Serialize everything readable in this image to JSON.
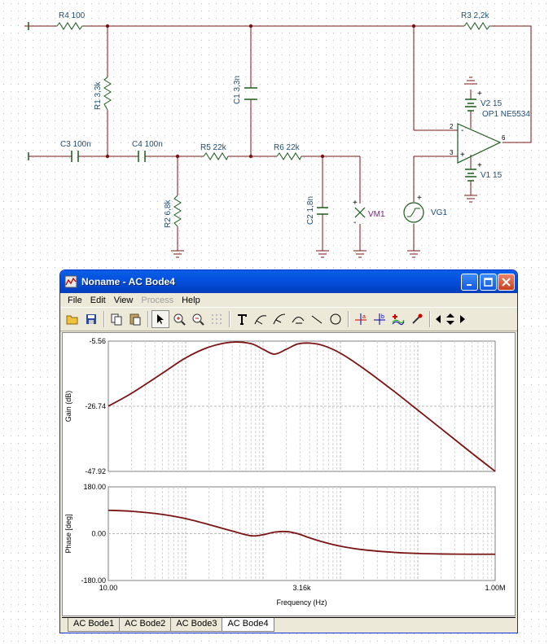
{
  "schematic": {
    "components": {
      "r4": "R4 100",
      "r3": "R3 2,2k",
      "r1": "R1 3,3k",
      "c1": "C1 3,3n",
      "c3": "C3 100n",
      "c4": "C4 100n",
      "r5": "R5 22k",
      "r6": "R6 22k",
      "r2": "R2 6,8k",
      "c2": "C2 1,8n",
      "vm1": "VM1",
      "vg1": "VG1",
      "v2": "V2 15",
      "op1": "OP1 NE5534",
      "v1": "V1 15"
    },
    "pins": {
      "in_minus": "2",
      "in_plus": "3",
      "out": "6"
    },
    "signs": {
      "plus": "+",
      "minus": "-"
    }
  },
  "window": {
    "title": "Noname - AC Bode4",
    "menu": [
      "File",
      "Edit",
      "View",
      "Process",
      "Help"
    ],
    "menu_disabled": [
      "Process"
    ],
    "toolbar_icons": [
      "open-icon",
      "save-icon",
      "copy-icon",
      "paste-icon",
      "pointer-icon",
      "zoom-in-icon",
      "zoom-out-icon",
      "grid-icon",
      "text-icon",
      "curve1-icon",
      "curve2-icon",
      "curve3-icon",
      "line-icon",
      "circle-icon",
      "cursor-a-icon",
      "cursor-b-icon",
      "add-curve-icon",
      "probe-icon",
      "nav-left-icon",
      "nav-updown-icon",
      "nav-right-icon"
    ],
    "tabs": [
      "AC Bode1",
      "AC Bode2",
      "AC Bode3",
      "AC Bode4"
    ],
    "active_tab": "AC Bode4"
  },
  "chart_data": [
    {
      "type": "line",
      "ylabel": "Gain (dB)",
      "xlabel": "",
      "xscale": "log",
      "xlim": [
        10,
        1000000
      ],
      "ylim": [
        -47.92,
        -5.56
      ],
      "y_ticks": [
        "-5.56",
        "-26.74",
        "-47.92"
      ],
      "grid": true,
      "color": "#7b1414",
      "x": [
        10,
        20,
        50,
        100,
        200,
        400,
        700,
        1000,
        1400,
        2000,
        2800,
        4000,
        6000,
        10000,
        20000,
        50000,
        100000,
        200000,
        500000,
        1000000
      ],
      "y": [
        -26.7,
        -22.5,
        -16.0,
        -11.0,
        -7.5,
        -5.9,
        -6.4,
        -8.2,
        -9.8,
        -8.2,
        -6.5,
        -6.2,
        -7.0,
        -9.5,
        -14.5,
        -22.0,
        -28.0,
        -34.0,
        -42.0,
        -47.9
      ]
    },
    {
      "type": "line",
      "ylabel": "Phase [deg]",
      "xlabel": "Frequency (Hz)",
      "xscale": "log",
      "xlim": [
        10,
        1000000
      ],
      "ylim": [
        -180,
        180
      ],
      "x_ticks": [
        "10.00",
        "3.16k",
        "1.00M"
      ],
      "y_ticks": [
        "180.00",
        "0.00",
        "-180.00"
      ],
      "grid": true,
      "color": "#7b1414",
      "x": [
        10,
        20,
        50,
        100,
        200,
        400,
        700,
        1000,
        1400,
        2000,
        2800,
        4000,
        6000,
        10000,
        20000,
        50000,
        100000,
        200000,
        500000,
        1000000
      ],
      "y": [
        90,
        86,
        74,
        58,
        35,
        10,
        -8,
        -4,
        6,
        8,
        0,
        -16,
        -32,
        -48,
        -62,
        -72,
        -76,
        -78,
        -79,
        -79
      ]
    }
  ]
}
